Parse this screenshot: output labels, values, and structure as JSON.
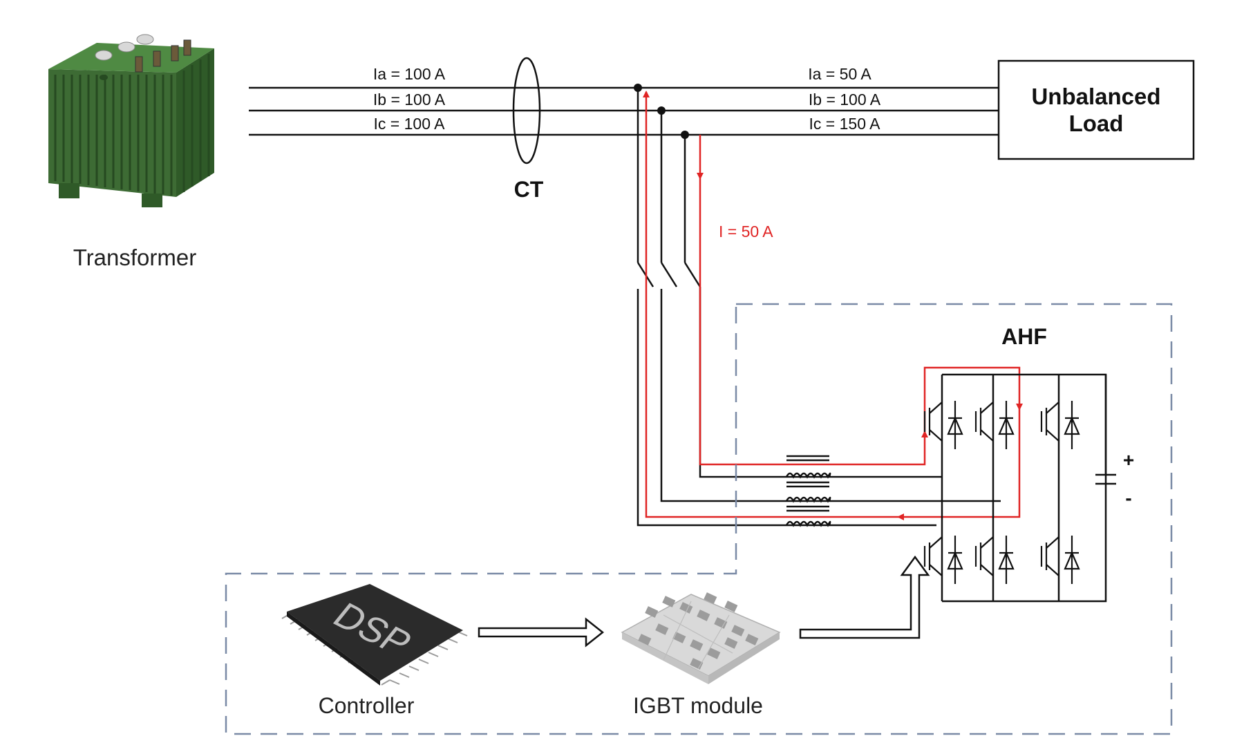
{
  "labels": {
    "transformer": "Transformer",
    "ct": "CT",
    "load_line1": "Unbalanced",
    "load_line2": "Load",
    "ahf": "AHF",
    "controller": "Controller",
    "igbt_module": "IGBT module",
    "dsp": "DSP",
    "plus": "+",
    "minus": "-"
  },
  "source_currents": [
    "Ia = 100 A",
    "Ib = 100 A",
    "Ic = 100 A"
  ],
  "load_currents": [
    "Ia = 50 A",
    "Ib = 100 A",
    "Ic = 150 A"
  ],
  "compensation_current": "I = 50 A",
  "colors": {
    "wire": "#111111",
    "current_path": "#e02424",
    "dashed_box": "#7a8aa6",
    "transformer": "#3d6b34",
    "chip": "#2b2b2b",
    "igbt_body": "#e4e4e4"
  }
}
